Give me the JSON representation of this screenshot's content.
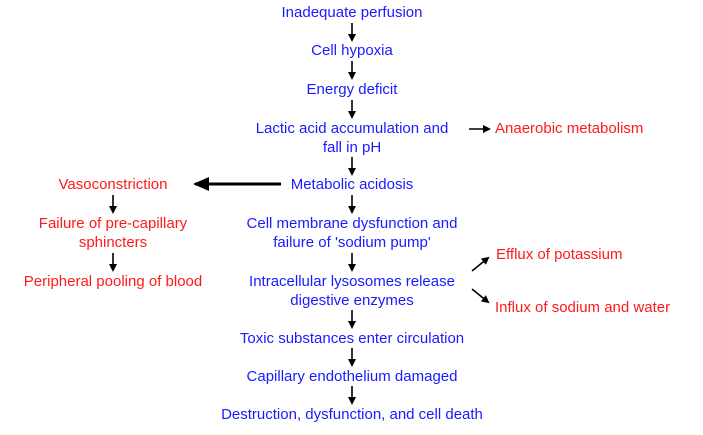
{
  "colors": {
    "main_path": "#1a1aff",
    "side_effect": "#ff1a1a",
    "arrow": "#000000"
  },
  "main_chain": [
    {
      "id": "n1",
      "text": "Inadequate perfusion"
    },
    {
      "id": "n2",
      "text": "Cell hypoxia"
    },
    {
      "id": "n3",
      "text": "Energy deficit"
    },
    {
      "id": "n4",
      "line1": "Lactic acid accumulation and",
      "line2": "fall in pH"
    },
    {
      "id": "n5",
      "text": "Metabolic acidosis"
    },
    {
      "id": "n6",
      "line1": "Cell membrane dysfunction and",
      "line2": "failure of 'sodium pump'"
    },
    {
      "id": "n7",
      "line1": "Intracellular lysosomes release",
      "line2": "digestive enzymes"
    },
    {
      "id": "n8",
      "text": "Toxic substances enter circulation"
    },
    {
      "id": "n9",
      "text": "Capillary endothelium damaged"
    },
    {
      "id": "n10",
      "text": "Destruction, dysfunction, and cell death"
    }
  ],
  "side_nodes": {
    "anaerobic": "Anaerobic metabolism",
    "vasoconstriction": "Vasoconstriction",
    "failure_precap_line1": "Failure of pre-capillary",
    "failure_precap_line2": "sphincters",
    "peripheral_pooling": "Peripheral pooling of blood",
    "efflux_potassium": "Efflux of potassium",
    "influx_sodium": "Influx of sodium and water"
  }
}
